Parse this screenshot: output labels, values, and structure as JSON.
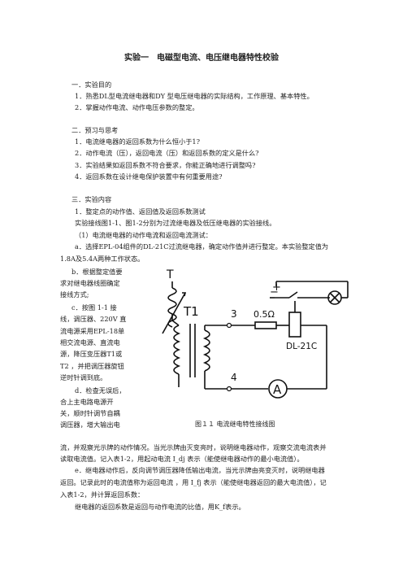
{
  "title": "实验一　电磁型电流、电压继电器特性校验",
  "sections": {
    "s1_heading": "一．实验目的",
    "s1_items": [
      "1．熟悉DL型电流继电器和DY 型电压继电器的实际结构，工作原理、基本特性。",
      "2．掌握动作电流、动作电压参数的整定。"
    ],
    "s2_heading": "二．预习与思考",
    "s2_items": [
      "1．电流继电器的返回系数为什么恒小于1?",
      "2．动作电流（压），返回电流（压）和返回系数的定义是什么?",
      "3．实验结果如返回系数不符合要求，你能正确地进行调整吗?",
      "4．返回系数在设计继电保护装置中有何重要用途?"
    ],
    "s3_heading": "三．实验内容",
    "s3_sub1": "1．整定点的动作值、返回值及返回系数测试",
    "s3_line1": "实验接线图1-1、图1-2分别为过流继电器及低压继电器的实验接线。",
    "s3_line2": "（1）电流继电器的动作电流和返回电流测试：",
    "s3_a1": "a．选择EPL-04组件的DL-21C过流继电器，确定动作值并进行整定。本实验整定值为",
    "s3_a2": "1.8A及5.4A两种工作状态。",
    "side_lines": [
      "b．根据整定值要",
      "求对继电器线圈确定",
      "接线方式;",
      "c．按图 1-1 接",
      "线，调压器、220V 直",
      "流电源采用EPL-18单",
      "相交流电源、直流电",
      "源，降压变压器T1或",
      "T2 ，并把调压器旋钮",
      "逆时针调到底。",
      "d．检查无误后，",
      "合上主电路电源开",
      "关，顺时针调节自耦",
      "调压器，增大输出电"
    ],
    "cont1": "流，并观察光示牌的动作情况。当光示牌由灭变亮时，说明继电器动作，观察交流电流表并",
    "cont2": "读取电流值。记入表1-2，用起动电流 I_dj 表示（能使继电器动作的最小电流值）。",
    "e1": "e．继电器动作后，反向调节调压器降低输出电流，当光示牌由亮变灭时，说明继电器",
    "e2": "返回。记录此时的电流值称为返回电流 ，用 I_fj 表示（能使继电器返回的最大电流值），记",
    "e3": "入表1-2，并计算返回系数：",
    "last": "继电器的返回系数是返回与动作电流的比值，用K_f表示。",
    "caption": "图１１ 电流继电特性接线图",
    "diagram": {
      "label_T": "T",
      "label_T1": "T1",
      "label_3": "3",
      "label_4": "4",
      "label_res": "0.5Ω",
      "label_relay": "DL-21C",
      "label_ammeter": "A",
      "label_minus": "−",
      "label_plus": "+"
    }
  }
}
